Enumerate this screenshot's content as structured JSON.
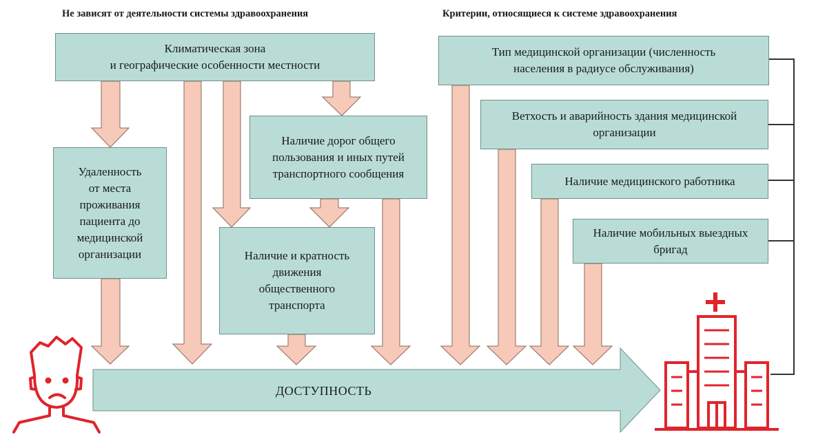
{
  "headings": {
    "left": "Не зависят от деятельности системы здравоохранения",
    "right": "Критерии, относящиеся к системе здравоохранения"
  },
  "boxes": {
    "climate": "Климатическая зона\nи географические особенности местности",
    "distance": "Удаленность\nот места\nпроживания\nпациента до\nмедицинской\nорганизации",
    "roads": "Наличие дорог общего\nпользования и иных путей\nтранспортного сообщения",
    "transport": "Наличие и кратность\nдвижения\nобщественного\nтранспорта",
    "org_type": "Тип медицинской организации (численность\nнаселения в радиусе обслуживания)",
    "building": "Ветхость и аварийность здания медицинской\nорганизации",
    "worker": "Наличие медицинского работника",
    "brigades": "Наличие мобильных выездных\nбригад"
  },
  "main_arrow_label": "ДОСТУПНОСТЬ",
  "icons": [
    "patient-icon",
    "hospital-icon"
  ],
  "colors": {
    "box_fill": "#b9ddd6",
    "box_border": "#6f8f89",
    "arrow_fill": "#f7c9b9",
    "arrow_border": "#8a6a5e",
    "icon_red": "#e0242b",
    "connector": "#333333"
  }
}
